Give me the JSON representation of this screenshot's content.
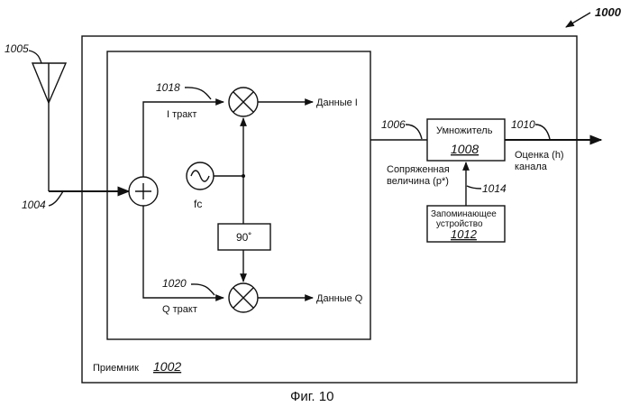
{
  "figure": {
    "number_ref": "1000",
    "caption": "Фиг. 10",
    "antenna_ref": "1005",
    "feed_ref": "1004",
    "receiver": {
      "label": "Приемник",
      "ref": "1002"
    },
    "i_path": {
      "ref": "1018",
      "label": "I тракт",
      "output": "Данные I"
    },
    "q_path": {
      "ref": "1020",
      "label": "Q тракт",
      "output": "Данные Q"
    },
    "oscillator_label": "fc",
    "phase_shift_label": "90˚",
    "link_ref": "1006",
    "multiplier": {
      "title": "Умножитель",
      "ref": "1008"
    },
    "conjugate_label": [
      "Сопряженная",
      "величина (p*)"
    ],
    "output_ref": "1010",
    "output_label": [
      "Оценка (h)",
      "канала"
    ],
    "storage_link_ref": "1014",
    "storage": {
      "title": [
        "Запоминающее",
        "устройство"
      ],
      "ref": "1012"
    }
  }
}
